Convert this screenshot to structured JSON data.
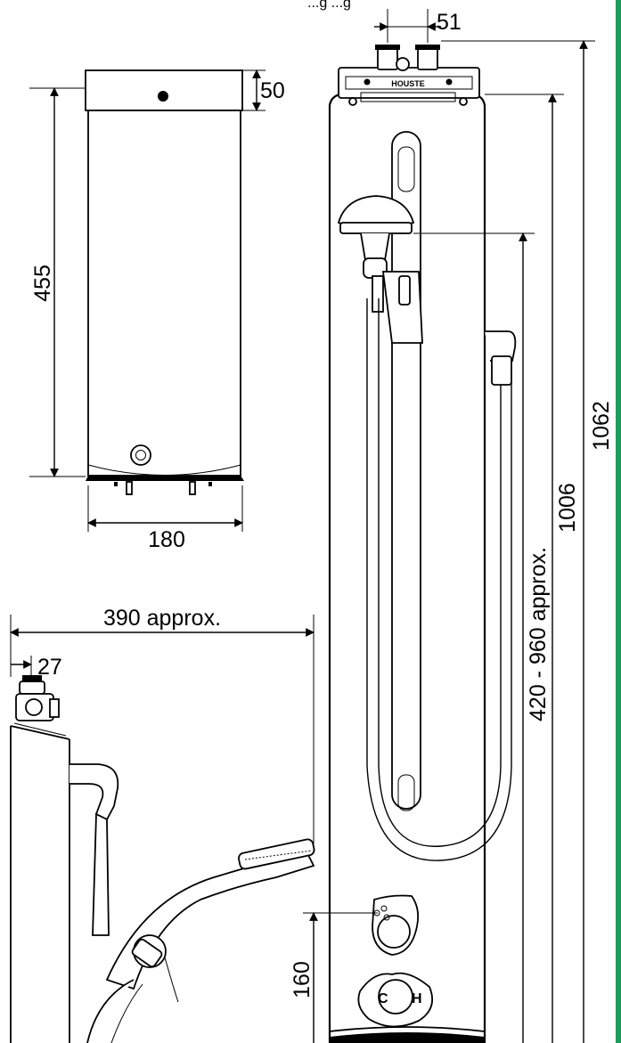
{
  "header": {
    "top_text": "...g ...g"
  },
  "dimensions": {
    "inlet_spacing": "51",
    "cap_height": "50",
    "body_height": "455",
    "body_width": "180",
    "side_depth": "390 approx.",
    "side_offset": "27",
    "rail_range": "420 - 960 approx.",
    "panel_height": "1006",
    "overall_height": "1062",
    "control_height": "160"
  },
  "labels": {
    "control_cold": "C",
    "control_hot": "H",
    "brand": "HOUSTE"
  },
  "colors": {
    "accent_rail": "#1f9a5a",
    "line": "#000000"
  }
}
